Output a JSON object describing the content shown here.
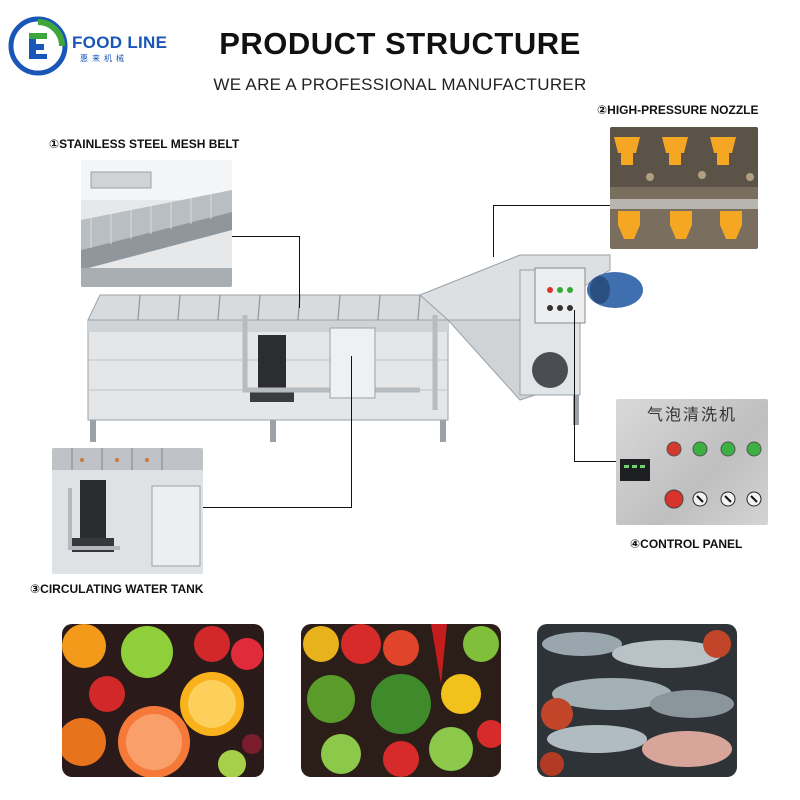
{
  "brand": {
    "name": "FOOD LINE",
    "subtitle": "惠来机械"
  },
  "header": {
    "title": "PRODUCT STRUCTURE",
    "subtitle": "WE ARE A PROFESSIONAL MANUFACTURER"
  },
  "labels": {
    "mesh_belt": "①STAINLESS STEEL MESH BELT",
    "nozzle": "②HIGH-PRESSURE NOZZLE",
    "water_tank": "③CIRCULATING WATER TANK",
    "control_panel": "④CONTROL PANEL"
  },
  "control_panel_photo": {
    "title": "气泡清洗机"
  },
  "food_photos": [
    "fruits",
    "vegetables",
    "seafood"
  ],
  "colors": {
    "brand_blue": "#1a56b8",
    "brand_green": "#3ea63a",
    "nozzle_orange": "#f5a623",
    "steel": "#c9ccd0"
  }
}
